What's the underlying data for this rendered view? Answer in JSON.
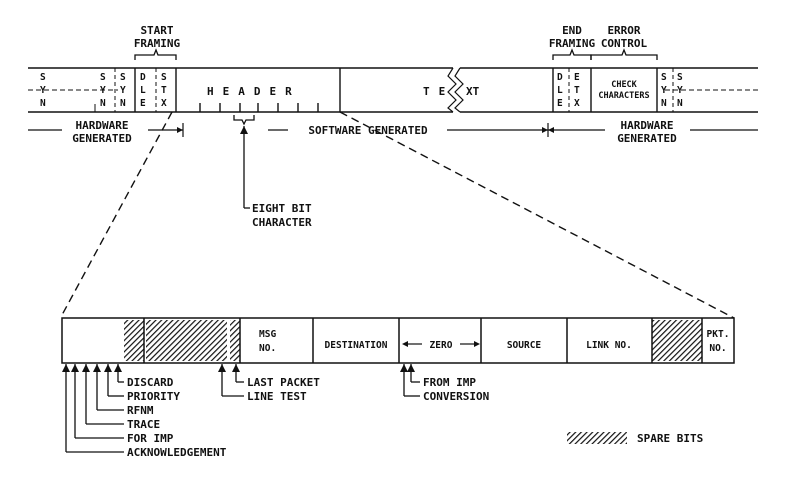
{
  "top_frame": {
    "start_framing": [
      "START",
      "FRAMING"
    ],
    "end_framing": [
      "END",
      "FRAMING"
    ],
    "error_control": [
      "ERROR",
      "CONTROL"
    ],
    "syn_1": [
      "S",
      "Y",
      "N"
    ],
    "syn_2": [
      "S",
      "Y",
      "N"
    ],
    "syn_3": [
      "S",
      "Y",
      "N"
    ],
    "dle_start": [
      "D",
      "L",
      "E"
    ],
    "stx": [
      "S",
      "T",
      "X"
    ],
    "header": "HEADER",
    "text_left": "TE",
    "text_right": "XT",
    "dle_end": [
      "D",
      "L",
      "E"
    ],
    "etx": [
      "E",
      "T",
      "X"
    ],
    "check_characters": [
      "CHECK",
      "CHARACTERS"
    ],
    "syn_end_1": [
      "S",
      "Y",
      "N"
    ],
    "syn_end_2": [
      "S",
      "Y",
      "N"
    ],
    "hardware_generated_left": [
      "HARDWARE",
      "GENERATED"
    ],
    "software_generated": "SOFTWARE GENERATED",
    "hardware_generated_right": [
      "HARDWARE",
      "GENERATED"
    ]
  },
  "eight_bit_character": [
    "EIGHT BIT",
    "CHARACTER"
  ],
  "header_fields": {
    "msg_no": [
      "MSG",
      "NO."
    ],
    "destination": "DESTINATION",
    "zero": "ZERO",
    "source": "SOURCE",
    "link_no": "LINK NO.",
    "pkt_no": [
      "PKT.",
      "NO."
    ]
  },
  "flag_labels": {
    "discard": "DISCARD",
    "priority": "PRIORITY",
    "rfnm": "RFNM",
    "trace": "TRACE",
    "for_imp": "FOR IMP",
    "acknowledgement": "ACKNOWLEDGEMENT",
    "last_packet": "LAST PACKET",
    "line_test": "LINE TEST",
    "from_imp": "FROM IMP",
    "conversion": "CONVERSION"
  },
  "legend": {
    "spare_bits": "SPARE BITS"
  },
  "colors": {
    "ink": "#111111",
    "paper": "#ffffff"
  }
}
